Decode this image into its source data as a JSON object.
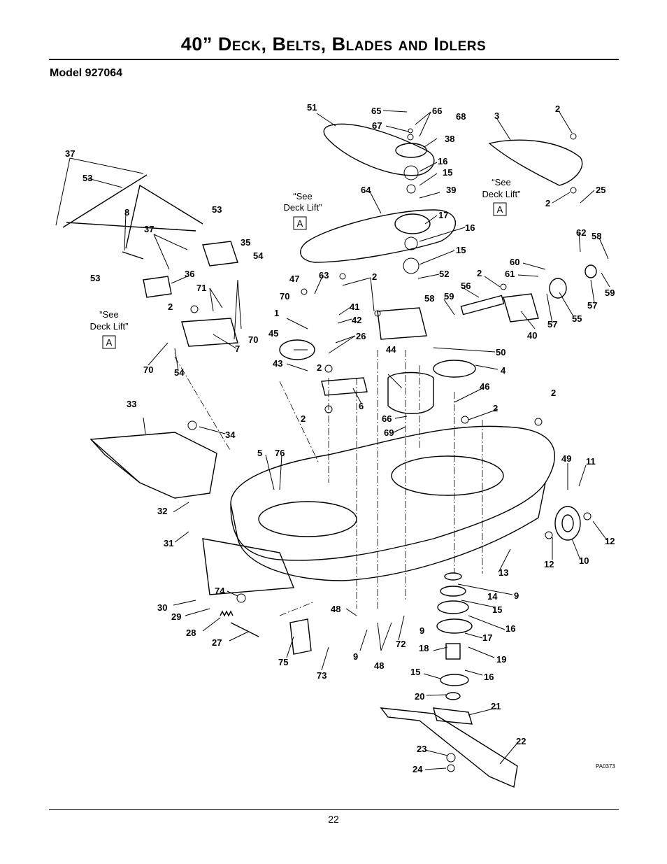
{
  "page": {
    "title_main": "40” D",
    "title_words": [
      "eck",
      "B",
      "elts",
      "B",
      "lades",
      "and",
      "I",
      "dlers"
    ],
    "title_full": "40” Deck, Belts, Blades and Idlers",
    "model": "Model 927064",
    "page_number": "22",
    "drawing_code": "PA0373"
  },
  "notes": {
    "see_line1": "“See",
    "see_line2": "Deck Lift”",
    "ref_box": "A"
  },
  "callouts": [
    "1",
    "2",
    "3",
    "4",
    "5",
    "6",
    "7",
    "8",
    "9",
    "10",
    "11",
    "12",
    "13",
    "14",
    "15",
    "16",
    "17",
    "18",
    "19",
    "20",
    "21",
    "22",
    "23",
    "24",
    "25",
    "26",
    "27",
    "28",
    "29",
    "30",
    "31",
    "32",
    "33",
    "34",
    "35",
    "36",
    "37",
    "38",
    "39",
    "40",
    "41",
    "42",
    "43",
    "44",
    "45",
    "46",
    "47",
    "48",
    "49",
    "50",
    "51",
    "52",
    "53",
    "54",
    "55",
    "56",
    "57",
    "58",
    "59",
    "60",
    "61",
    "62",
    "63",
    "64",
    "65",
    "66",
    "67",
    "68",
    "69",
    "70",
    "71",
    "72",
    "73",
    "74",
    "75",
    "76"
  ]
}
